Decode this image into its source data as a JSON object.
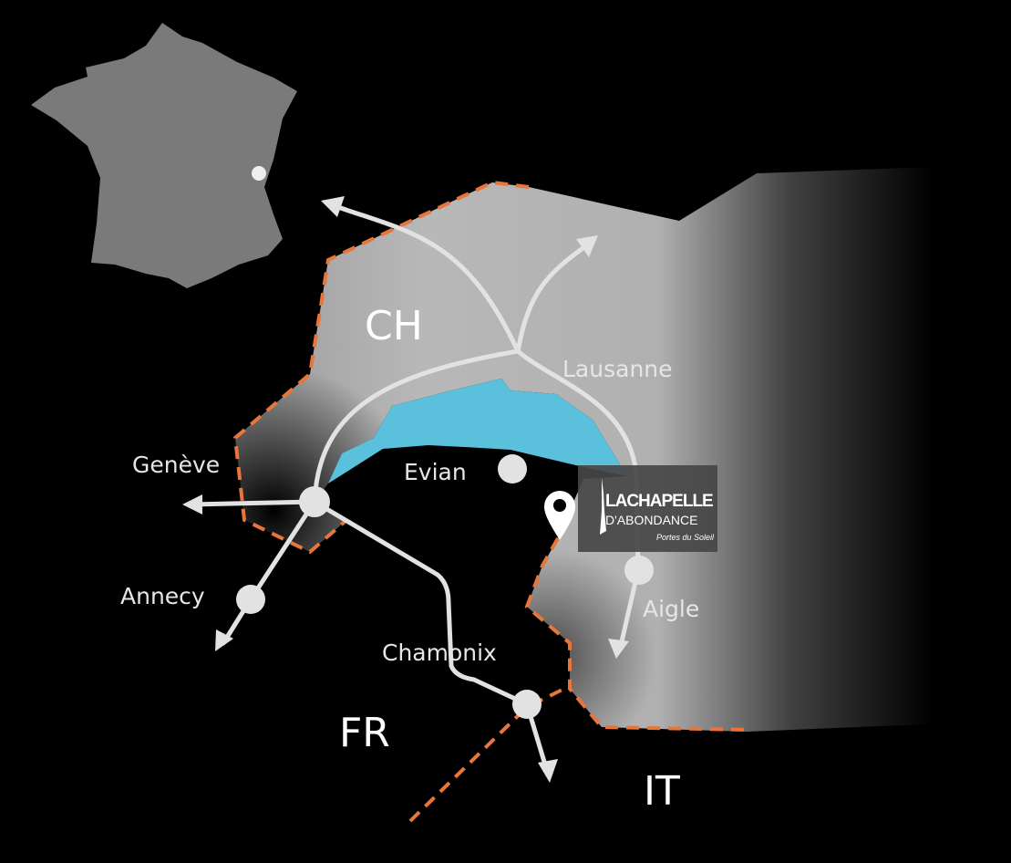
{
  "labels": {
    "ch": "CH",
    "fr": "FR",
    "it": "IT",
    "lausanne": "Lausanne",
    "geneve": "Genève",
    "evian": "Evian",
    "annecy": "Annecy",
    "chamonix": "Chamonix",
    "aigle": "Aigle"
  },
  "logo": {
    "line1": "LACHAPELLE",
    "line2": "D'ABONDANCE",
    "line3": "Portes du Soleil"
  },
  "colors": {
    "border": "#e8763a",
    "lake": "#5bc0dc",
    "road": "#e2e2e2",
    "land": "#b4b4b4"
  }
}
